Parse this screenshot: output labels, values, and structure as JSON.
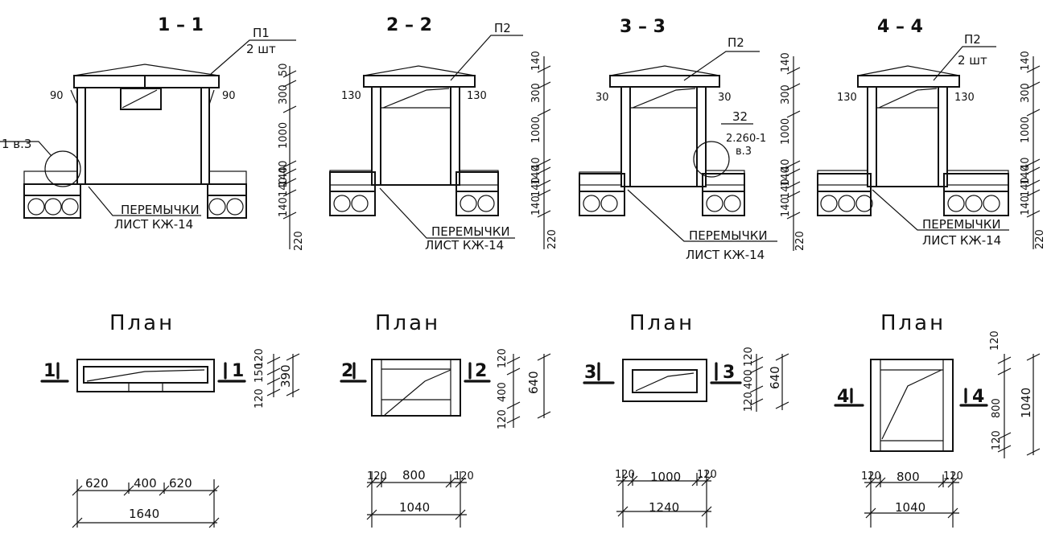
{
  "sections": [
    {
      "title": "1 – 1",
      "plate": "П1",
      "plate_qty": "2 шт",
      "wall_left": "90",
      "wall_right": "90",
      "heights": [
        "50",
        "300",
        "1000",
        "40",
        "140",
        "140",
        "140",
        "220"
      ],
      "node_ref": "1 в.3",
      "lintels": "ПЕРЕМЫЧКИ",
      "sheet": "ЛИСТ КЖ-14"
    },
    {
      "title": "2 – 2",
      "plate": "П2",
      "wall_left": "130",
      "wall_right": "130",
      "heights": [
        "140",
        "300",
        "1000",
        "40",
        "140",
        "140",
        "140",
        "220"
      ],
      "lintels": "ПЕРЕМЫЧКИ",
      "sheet": "ЛИСТ КЖ-14"
    },
    {
      "title": "3 – 3",
      "plate": "П2",
      "wall_left": "30",
      "wall_right": "30",
      "heights": [
        "140",
        "300",
        "1000",
        "40",
        "140",
        "140",
        "140",
        "220"
      ],
      "node_num": "32",
      "node_series": "2.260-1",
      "node_issue": "в.3",
      "lintels": "ПЕРЕМЫЧКИ",
      "sheet": "ЛИСТ КЖ-14"
    },
    {
      "title": "4 – 4",
      "plate": "П2",
      "plate_qty": "2 шт",
      "wall_left": "130",
      "wall_right": "130",
      "heights": [
        "140",
        "300",
        "1000",
        "40",
        "140",
        "140",
        "140",
        "220"
      ],
      "lintels": "ПЕРЕМЫЧКИ",
      "sheet": "ЛИСТ КЖ-14"
    }
  ],
  "plans": [
    {
      "title": "План",
      "mark": "1",
      "v_dims": [
        "120",
        "150",
        "120"
      ],
      "v_total": "390",
      "h_dims": [
        "620",
        "400",
        "620"
      ],
      "h_total": "1640"
    },
    {
      "title": "План",
      "mark": "2",
      "v_dims": [
        "120",
        "400",
        "120"
      ],
      "v_total": "640",
      "h_dims": [
        "120",
        "800",
        "120"
      ],
      "h_total": "1040"
    },
    {
      "title": "План",
      "mark": "3",
      "v_dims": [
        "120",
        "400",
        "120"
      ],
      "v_total": "640",
      "h_dims": [
        "120",
        "1000",
        "120"
      ],
      "h_total": "1240"
    },
    {
      "title": "План",
      "mark": "4",
      "v_dims": [
        "120",
        "800",
        "120"
      ],
      "v_total": "1040",
      "h_dims": [
        "120",
        "800",
        "120"
      ],
      "h_total": "1040"
    }
  ]
}
